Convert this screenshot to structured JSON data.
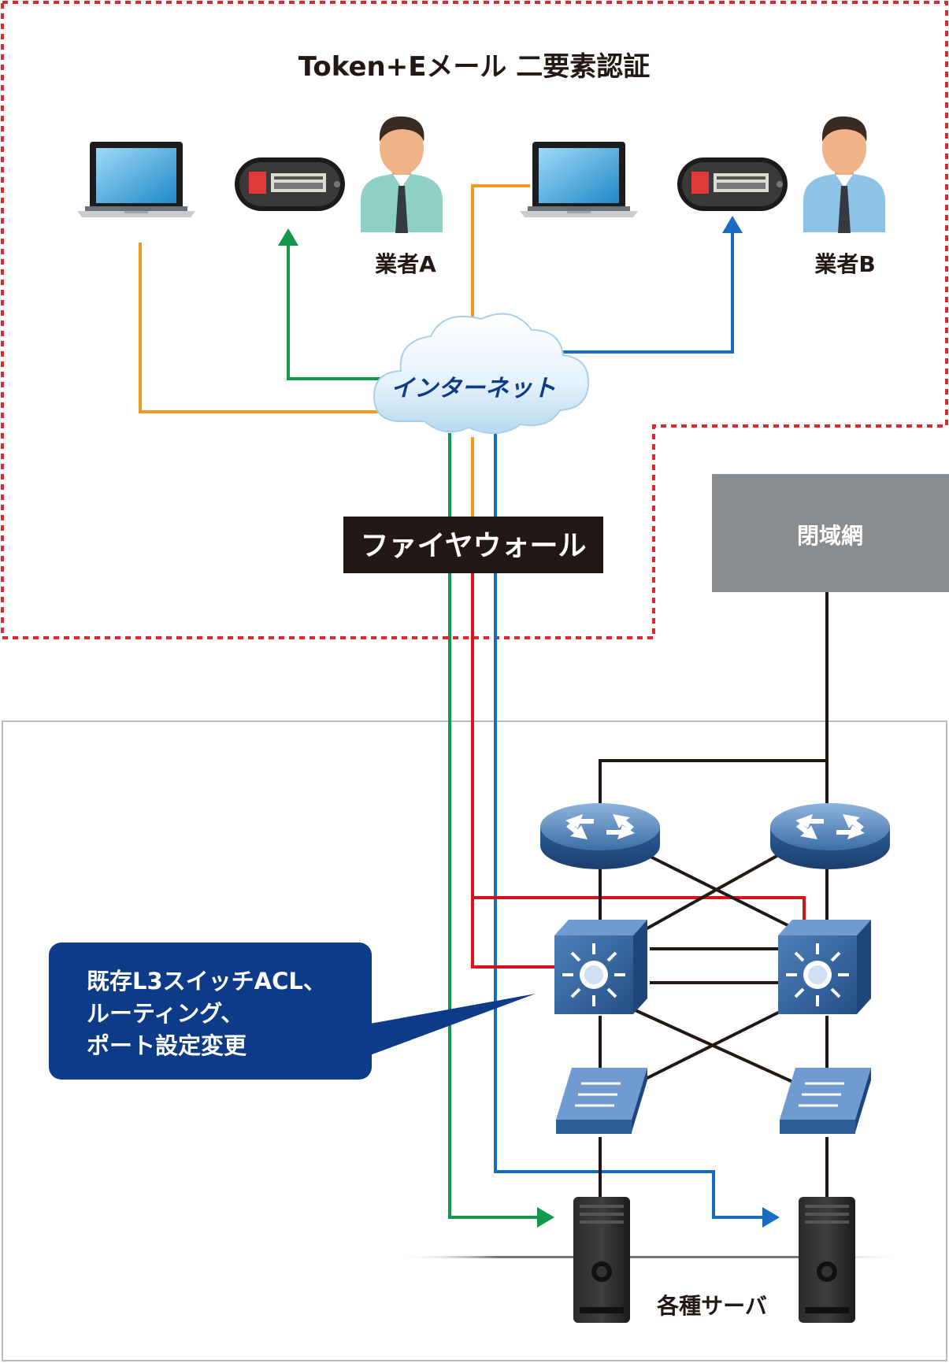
{
  "title": "Token+Eメール 二要素認証",
  "vendors": [
    {
      "label": "業者A",
      "shirt_color": "#8fd0c6"
    },
    {
      "label": "業者B",
      "shirt_color": "#8cc3e6"
    }
  ],
  "internet_label": "インターネット",
  "firewall_label": "ファイヤウォール",
  "closed_network_label": "閉域網",
  "callout_lines": [
    "既存L3スイッチACL、",
    "ルーティング、",
    "ポート設定変更"
  ],
  "servers_label": "各種サーバ",
  "colors": {
    "dashed_border": "#e0282e",
    "orange_line": "#ec9b1f",
    "green_line": "#13974a",
    "blue_line": "#1a6cc0",
    "red_line": "#d9121f",
    "dark_line": "#231815",
    "callout_bg": "#0d3b87",
    "firewall_bg": "#231815",
    "closed_network_bg": "#8a8d8f",
    "internet_text": "#0d3b87"
  }
}
